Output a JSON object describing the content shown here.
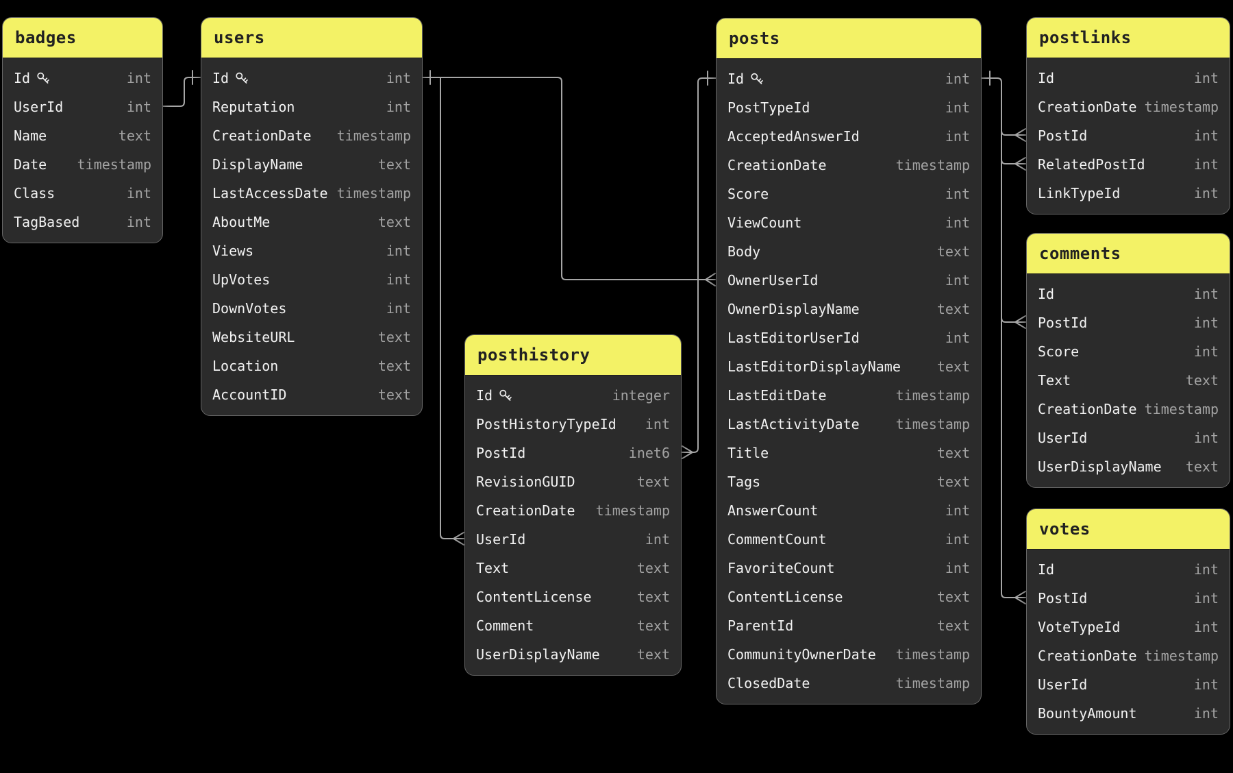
{
  "app": {
    "view": "database-er-diagram",
    "background": "#000000"
  },
  "theme": {
    "header_bg": "#f3f266",
    "header_text": "#212121",
    "card_bg": "#2b2b2b",
    "card_border": "#666666",
    "field_color": "#f2f2f2",
    "type_color": "#a3a3a3",
    "line_color": "#a6a6a6"
  },
  "icons": {
    "primary_key": "key-icon"
  },
  "tables": [
    {
      "key": "badges",
      "name": "badges",
      "fields": [
        {
          "name": "Id",
          "type": "int",
          "pk": true
        },
        {
          "name": "UserId",
          "type": "int",
          "pk": false
        },
        {
          "name": "Name",
          "type": "text",
          "pk": false
        },
        {
          "name": "Date",
          "type": "timestamp",
          "pk": false
        },
        {
          "name": "Class",
          "type": "int",
          "pk": false
        },
        {
          "name": "TagBased",
          "type": "int",
          "pk": false
        }
      ]
    },
    {
      "key": "users",
      "name": "users",
      "fields": [
        {
          "name": "Id",
          "type": "int",
          "pk": true
        },
        {
          "name": "Reputation",
          "type": "int",
          "pk": false
        },
        {
          "name": "CreationDate",
          "type": "timestamp",
          "pk": false
        },
        {
          "name": "DisplayName",
          "type": "text",
          "pk": false
        },
        {
          "name": "LastAccessDate",
          "type": "timestamp",
          "pk": false
        },
        {
          "name": "AboutMe",
          "type": "text",
          "pk": false
        },
        {
          "name": "Views",
          "type": "int",
          "pk": false
        },
        {
          "name": "UpVotes",
          "type": "int",
          "pk": false
        },
        {
          "name": "DownVotes",
          "type": "int",
          "pk": false
        },
        {
          "name": "WebsiteURL",
          "type": "text",
          "pk": false
        },
        {
          "name": "Location",
          "type": "text",
          "pk": false
        },
        {
          "name": "AccountID",
          "type": "text",
          "pk": false
        }
      ]
    },
    {
      "key": "posthistory",
      "name": "posthistory",
      "fields": [
        {
          "name": "Id",
          "type": "integer",
          "pk": true
        },
        {
          "name": "PostHistoryTypeId",
          "type": "int",
          "pk": false
        },
        {
          "name": "PostId",
          "type": "inet6",
          "pk": false
        },
        {
          "name": "RevisionGUID",
          "type": "text",
          "pk": false
        },
        {
          "name": "CreationDate",
          "type": "timestamp",
          "pk": false
        },
        {
          "name": "UserId",
          "type": "int",
          "pk": false
        },
        {
          "name": "Text",
          "type": "text",
          "pk": false
        },
        {
          "name": "ContentLicense",
          "type": "text",
          "pk": false
        },
        {
          "name": "Comment",
          "type": "text",
          "pk": false
        },
        {
          "name": "UserDisplayName",
          "type": "text",
          "pk": false
        }
      ]
    },
    {
      "key": "posts",
      "name": "posts",
      "fields": [
        {
          "name": "Id",
          "type": "int",
          "pk": true
        },
        {
          "name": "PostTypeId",
          "type": "int",
          "pk": false
        },
        {
          "name": "AcceptedAnswerId",
          "type": "int",
          "pk": false
        },
        {
          "name": "CreationDate",
          "type": "timestamp",
          "pk": false
        },
        {
          "name": "Score",
          "type": "int",
          "pk": false
        },
        {
          "name": "ViewCount",
          "type": "int",
          "pk": false
        },
        {
          "name": "Body",
          "type": "text",
          "pk": false
        },
        {
          "name": "OwnerUserId",
          "type": "int",
          "pk": false
        },
        {
          "name": "OwnerDisplayName",
          "type": "text",
          "pk": false
        },
        {
          "name": "LastEditorUserId",
          "type": "int",
          "pk": false
        },
        {
          "name": "LastEditorDisplayName",
          "type": "text",
          "pk": false
        },
        {
          "name": "LastEditDate",
          "type": "timestamp",
          "pk": false
        },
        {
          "name": "LastActivityDate",
          "type": "timestamp",
          "pk": false
        },
        {
          "name": "Title",
          "type": "text",
          "pk": false
        },
        {
          "name": "Tags",
          "type": "text",
          "pk": false
        },
        {
          "name": "AnswerCount",
          "type": "int",
          "pk": false
        },
        {
          "name": "CommentCount",
          "type": "int",
          "pk": false
        },
        {
          "name": "FavoriteCount",
          "type": "int",
          "pk": false
        },
        {
          "name": "ContentLicense",
          "type": "text",
          "pk": false
        },
        {
          "name": "ParentId",
          "type": "text",
          "pk": false
        },
        {
          "name": "CommunityOwnerDate",
          "type": "timestamp",
          "pk": false
        },
        {
          "name": "ClosedDate",
          "type": "timestamp",
          "pk": false
        }
      ]
    },
    {
      "key": "postlinks",
      "name": "postlinks",
      "fields": [
        {
          "name": "Id",
          "type": "int",
          "pk": false
        },
        {
          "name": "CreationDate",
          "type": "timestamp",
          "pk": false
        },
        {
          "name": "PostId",
          "type": "int",
          "pk": false
        },
        {
          "name": "RelatedPostId",
          "type": "int",
          "pk": false
        },
        {
          "name": "LinkTypeId",
          "type": "int",
          "pk": false
        }
      ]
    },
    {
      "key": "comments",
      "name": "comments",
      "fields": [
        {
          "name": "Id",
          "type": "int",
          "pk": false
        },
        {
          "name": "PostId",
          "type": "int",
          "pk": false
        },
        {
          "name": "Score",
          "type": "int",
          "pk": false
        },
        {
          "name": "Text",
          "type": "text",
          "pk": false
        },
        {
          "name": "CreationDate",
          "type": "timestamp",
          "pk": false
        },
        {
          "name": "UserId",
          "type": "int",
          "pk": false
        },
        {
          "name": "UserDisplayName",
          "type": "text",
          "pk": false
        }
      ]
    },
    {
      "key": "votes",
      "name": "votes",
      "fields": [
        {
          "name": "Id",
          "type": "int",
          "pk": false
        },
        {
          "name": "PostId",
          "type": "int",
          "pk": false
        },
        {
          "name": "VoteTypeId",
          "type": "int",
          "pk": false
        },
        {
          "name": "CreationDate",
          "type": "timestamp",
          "pk": false
        },
        {
          "name": "UserId",
          "type": "int",
          "pk": false
        },
        {
          "name": "BountyAmount",
          "type": "int",
          "pk": false
        }
      ]
    }
  ],
  "relationships": [
    {
      "from_table": "badges",
      "from_field": "UserId",
      "to_table": "users",
      "to_field": "Id",
      "cardinality": "one-to-one"
    },
    {
      "from_table": "users",
      "from_field": "Id",
      "to_table": "posts",
      "to_field": "OwnerUserId",
      "cardinality": "one-to-many"
    },
    {
      "from_table": "users",
      "from_field": "Id",
      "to_table": "posthistory",
      "to_field": "UserId",
      "cardinality": "one-to-many"
    },
    {
      "from_table": "posts",
      "from_field": "Id",
      "to_table": "posthistory",
      "to_field": "PostId",
      "cardinality": "one-to-many"
    },
    {
      "from_table": "posts",
      "from_field": "Id",
      "to_table": "postlinks",
      "to_field": "PostId",
      "cardinality": "one-to-many"
    },
    {
      "from_table": "posts",
      "from_field": "Id",
      "to_table": "postlinks",
      "to_field": "RelatedPostId",
      "cardinality": "one-to-many"
    },
    {
      "from_table": "posts",
      "from_field": "Id",
      "to_table": "comments",
      "to_field": "PostId",
      "cardinality": "one-to-many"
    },
    {
      "from_table": "posts",
      "from_field": "Id",
      "to_table": "votes",
      "to_field": "PostId",
      "cardinality": "one-to-many"
    }
  ]
}
